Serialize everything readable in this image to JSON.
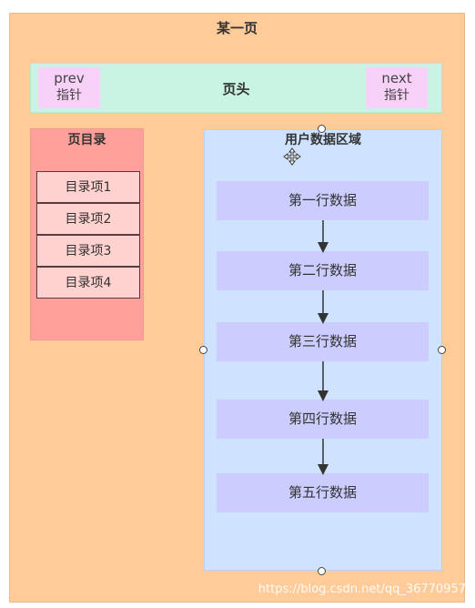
{
  "page": {
    "title": "某一页"
  },
  "header": {
    "title": "页头",
    "prev": {
      "line1": "prev",
      "line2": "指针"
    },
    "next": {
      "line1": "next",
      "line2": "指针"
    }
  },
  "toc": {
    "title": "页目录",
    "items": [
      "目录项1",
      "目录项2",
      "目录项3",
      "目录项4"
    ]
  },
  "data_area": {
    "title": "用户数据区域",
    "rows": [
      "第一行数据",
      "第二行数据",
      "第三行数据",
      "第四行数据",
      "第五行数据"
    ]
  },
  "watermark": "https://blog.csdn.net/qq_36770957",
  "icons": {
    "move_cursor": "move-icon"
  },
  "colors": {
    "page": "#ffcc99",
    "header": "#c9f4e3",
    "pointer": "#f7d1f7",
    "toc": "#ffa19a",
    "toc_item": "#ffd1cf",
    "data_area": "#cfe3ff",
    "row": "#ccccff"
  }
}
